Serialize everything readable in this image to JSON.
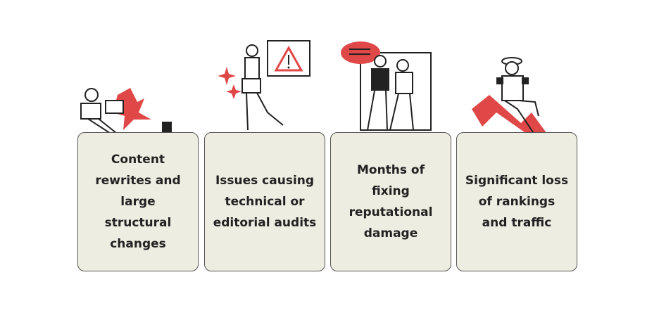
{
  "cards": [
    {
      "label": "Content rewrites and large structural changes",
      "illustration": "person-falling-with-laptop-icon"
    },
    {
      "label": "Issues causing technical or editorial audits",
      "illustration": "person-with-warning-sign-icon"
    },
    {
      "label": "Months of fixing reputational damage",
      "illustration": "people-arguing-speech-bubble-icon"
    },
    {
      "label": "Significant loss of rankings and traffic",
      "illustration": "person-on-falling-arrow-icon"
    }
  ],
  "colors": {
    "accent": "#e04848",
    "card_bg": "#eeede2",
    "card_border": "#555555",
    "text": "#222222"
  }
}
